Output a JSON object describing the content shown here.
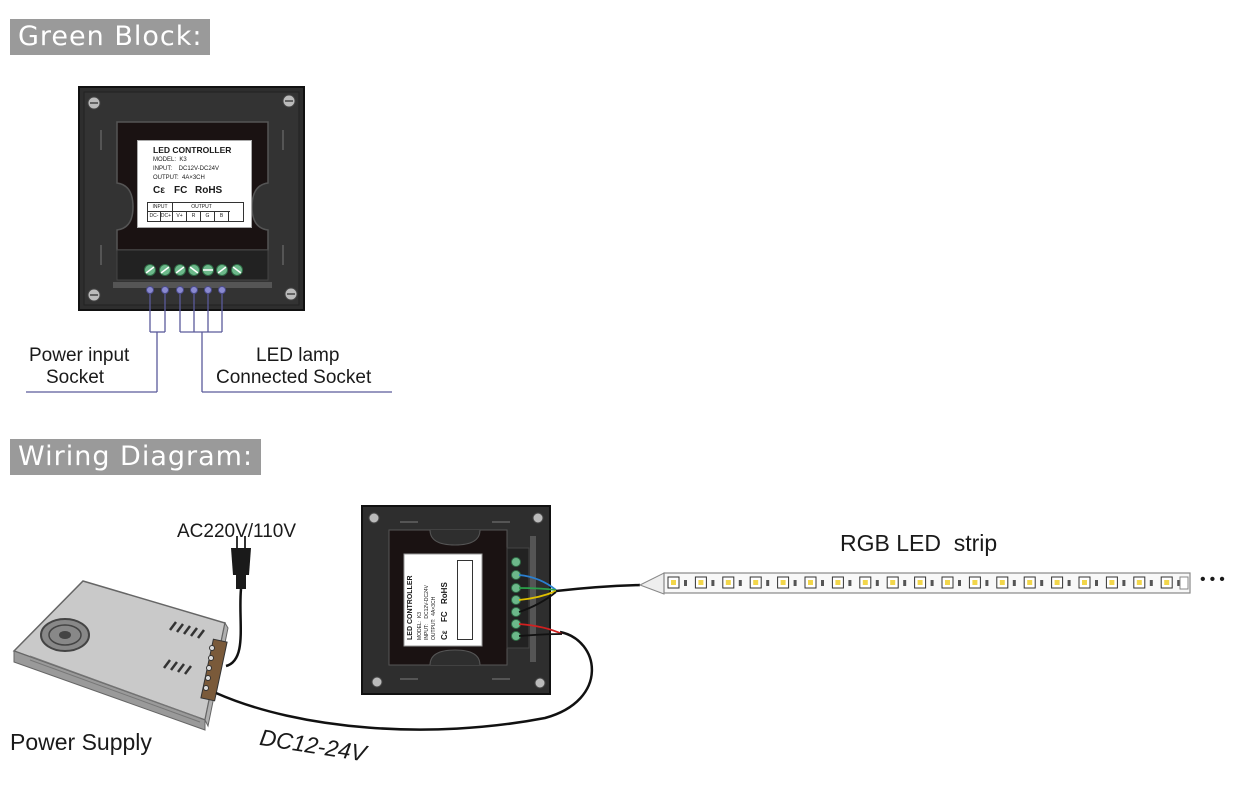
{
  "sections": {
    "green_block_title": "Green Block:",
    "wiring_title": "Wiring Diagram:"
  },
  "label_card": {
    "title": "LED CONTROLLER",
    "model": "MODEL:  K3",
    "input": "INPUT:    DC12V-DC24V",
    "output": "OUTPUT:  4A×3CH",
    "ce": "Cε",
    "fc": "FC",
    "rohs": "RoHS",
    "table_input": "INPUT",
    "table_output": "OUTPUT",
    "cells": [
      "DC-",
      "DC+",
      "V+",
      "R",
      "G",
      "B"
    ]
  },
  "callouts": {
    "power_line1": "Power input",
    "power_line2": "Socket",
    "led_line1": "LED lamp",
    "led_line2": "Connected Socket"
  },
  "wiring": {
    "ac_label": "AC220V/110V",
    "rgb_label": "RGB LED  strip",
    "power_supply_label": "Power Supply",
    "dc_label": "DC12-24V",
    "ellipsis": "•••"
  },
  "colors": {
    "header_bg": "#9a9a9a",
    "panel": "#2b2b2b",
    "terminal": "#5aa878",
    "callout_line": "#5a5a9a",
    "wire_blue": "#2a7fd0",
    "wire_green": "#2aa04a",
    "wire_yellow": "#e0c000",
    "wire_red": "#d02020"
  }
}
